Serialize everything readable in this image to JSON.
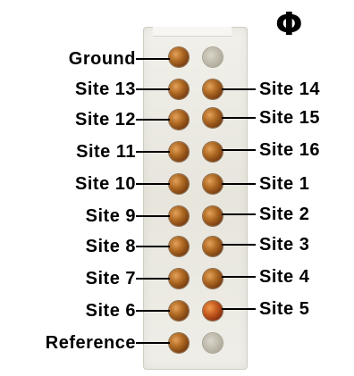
{
  "keying_mark": "Φ",
  "left_labels": [
    "Ground",
    "Site 13",
    "Site 12",
    "Site 11",
    "Site 10",
    "Site 9",
    "Site 8",
    "Site 7",
    "Site 6",
    "Reference"
  ],
  "right_labels": [
    "",
    "Site 14",
    "Site 15",
    "Site 16",
    "Site 1",
    "Site 2",
    "Site 3",
    "Site 4",
    "Site 5",
    ""
  ],
  "colors": {
    "text": "#000000",
    "pin_gold": "#b06a23",
    "pin_empty": "#b8b3a4",
    "connector": "#ebe9e1"
  }
}
